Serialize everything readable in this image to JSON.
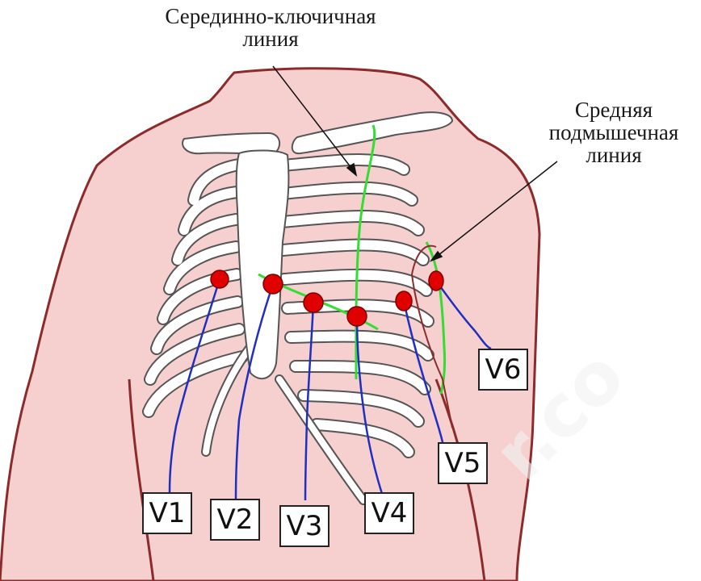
{
  "labels": {
    "midclavicular_line": [
      "Серединно-ключичная",
      "линия"
    ],
    "midaxillary_line": [
      "Средняя",
      "подмышечная",
      "линия"
    ]
  },
  "leads": [
    {
      "id": "V1",
      "label": "V1"
    },
    {
      "id": "V2",
      "label": "V2"
    },
    {
      "id": "V3",
      "label": "V3"
    },
    {
      "id": "V4",
      "label": "V4"
    },
    {
      "id": "V5",
      "label": "V5"
    },
    {
      "id": "V6",
      "label": "V6"
    }
  ],
  "colors": {
    "skin": "#f6cfcf",
    "outline": "#8b2b2b",
    "bone": "#ffffff",
    "bone_outline": "#555555",
    "electrode": "#e00000",
    "lead_wire": "#1f2fbf",
    "reference_line": "#33dd33",
    "pointer": "#111111"
  }
}
